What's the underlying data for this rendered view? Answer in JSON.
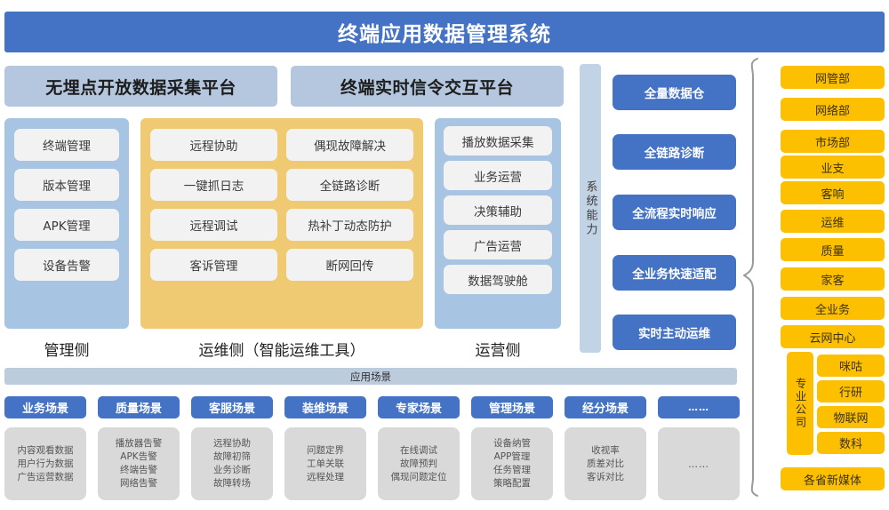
{
  "header": {
    "title": "终端应用数据管理系统"
  },
  "platforms": [
    {
      "label": "无埋点开放数据采集平台"
    },
    {
      "label": "终端实时信令交互平台"
    }
  ],
  "panels": {
    "manage": {
      "label": "管理侧",
      "items": [
        "终端管理",
        "版本管理",
        "APK管理",
        "设备告警"
      ]
    },
    "ops": {
      "label": "运维侧（智能运维工具）",
      "items": [
        "远程协助",
        "偶现故障解决",
        "一键抓日志",
        "全链路诊断",
        "远程调试",
        "热补丁动态防护",
        "客诉管理",
        "断网回传"
      ]
    },
    "biz": {
      "label": "运营侧",
      "items": [
        "播放数据采集",
        "业务运营",
        "决策辅助",
        "广告运营",
        "数据驾驶舱"
      ]
    }
  },
  "system_capability": {
    "label": "系统能力"
  },
  "capabilities": [
    {
      "label": "全量数据仓"
    },
    {
      "label": "全链路诊断"
    },
    {
      "label": "全流程实时响应"
    },
    {
      "label": "全业务快速适配"
    },
    {
      "label": "实时主动运维"
    }
  ],
  "departments": [
    {
      "label": "网管部"
    },
    {
      "label": "网络部"
    },
    {
      "label": "市场部"
    },
    {
      "label": "业支"
    },
    {
      "label": "客响"
    },
    {
      "label": "运维"
    },
    {
      "label": "质量"
    },
    {
      "label": "家客"
    },
    {
      "label": "全业务"
    },
    {
      "label": "云网中心"
    }
  ],
  "professional_company": {
    "label": "专业公司",
    "items": [
      "咪咕",
      "行研",
      "物联网",
      "数科"
    ]
  },
  "new_media": {
    "label": "各省新媒体"
  },
  "scenarios": {
    "bar_label": "应用场景",
    "tabs": [
      {
        "label": "业务场景",
        "detail": "内容观看数据\n用户行为数据\n广告运营数据"
      },
      {
        "label": "质量场景",
        "detail": "播放器告警\nAPK告警\n终端告警\n网络告警"
      },
      {
        "label": "客服场景",
        "detail": "远程协助\n故障初筛\n业务诊断\n故障转场"
      },
      {
        "label": "装维场景",
        "detail": "问题定界\n工单关联\n远程处理"
      },
      {
        "label": "专家场景",
        "detail": "在线调试\n故障预判\n偶现问题定位"
      },
      {
        "label": "管理场景",
        "detail": "设备纳管\nAPP管理\n任务管理\n策略配置"
      },
      {
        "label": "经分场景",
        "detail": "收视率\n质差对比\n客诉对比"
      },
      {
        "label": "……",
        "detail": "……"
      }
    ]
  },
  "colors": {
    "brand_blue": "#4472c4",
    "panel_blue": "#a8c4e3",
    "panel_yellow": "#efca72",
    "dept_yellow": "#fcc000",
    "header_grayblue": "#b4c7de",
    "card_gray": "#d9d9d9"
  }
}
